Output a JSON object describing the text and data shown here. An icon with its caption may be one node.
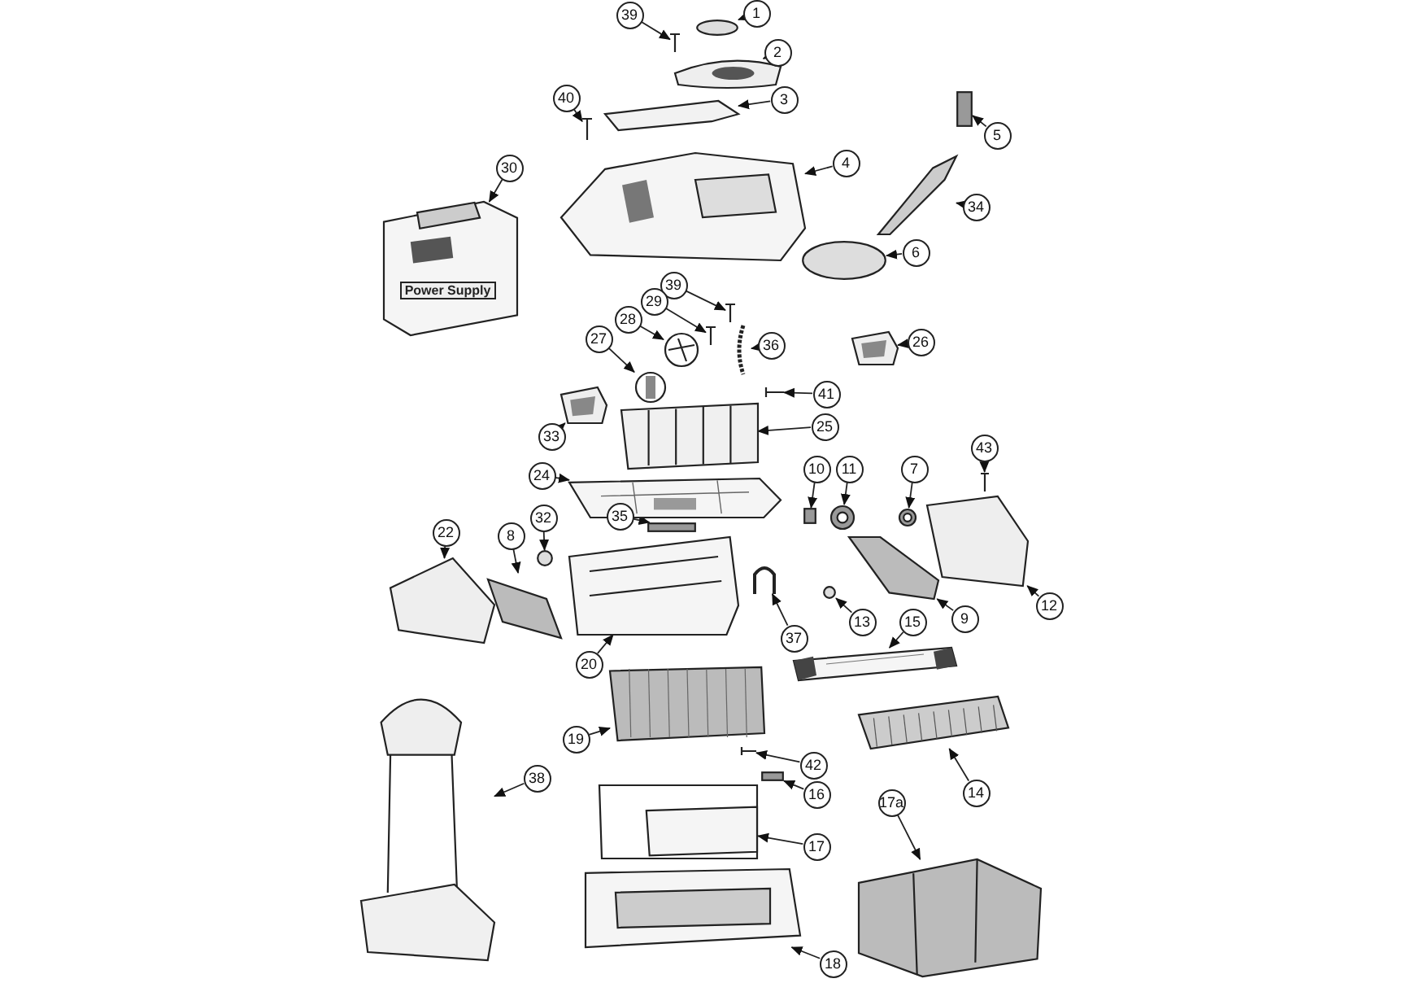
{
  "diagram": {
    "nodes": [
      {
        "text": [
          "39"
        ]
      },
      {
        "text": [
          "1"
        ]
      },
      {
        "text": [
          "2"
        ]
      },
      {
        "text": [
          "40"
        ]
      },
      {
        "text": [
          "3"
        ]
      },
      {
        "text": [
          "5"
        ]
      },
      {
        "text": [
          "4"
        ]
      },
      {
        "text": [
          "30"
        ]
      },
      {
        "text": [
          "34"
        ]
      },
      {
        "text": [
          "6"
        ]
      },
      {
        "text": [
          "39"
        ]
      },
      {
        "text": [
          "29"
        ]
      },
      {
        "text": [
          "28"
        ]
      },
      {
        "text": [
          "27"
        ]
      },
      {
        "text": [
          "36"
        ]
      },
      {
        "text": [
          "26"
        ]
      },
      {
        "text": [
          "41"
        ]
      },
      {
        "text": [
          "33"
        ]
      },
      {
        "text": [
          "25"
        ]
      },
      {
        "text": [
          "43"
        ]
      },
      {
        "text": [
          "10"
        ]
      },
      {
        "text": [
          "11"
        ]
      },
      {
        "text": [
          "7"
        ]
      },
      {
        "text": [
          "24"
        ]
      },
      {
        "text": [
          "35"
        ]
      },
      {
        "text": [
          "32"
        ]
      },
      {
        "text": [
          "22"
        ]
      },
      {
        "text": [
          "8"
        ]
      },
      {
        "text": [
          "12"
        ]
      },
      {
        "text": [
          "9"
        ]
      },
      {
        "text": [
          "13"
        ]
      },
      {
        "text": [
          "15"
        ]
      },
      {
        "text": [
          "37"
        ]
      },
      {
        "text": [
          "20"
        ]
      },
      {
        "text": [
          "19"
        ]
      },
      {
        "text": [
          "42"
        ]
      },
      {
        "text": [
          "14"
        ]
      },
      {
        "text": [
          "16"
        ]
      },
      {
        "text": [
          "38"
        ]
      },
      {
        "text": [
          "17a"
        ]
      },
      {
        "text": [
          "17"
        ]
      },
      {
        "text": [
          "18"
        ]
      },
      {
        "text": [],
        "shape": "picture"
      },
      {
        "text": [],
        "shape": "circle"
      },
      {
        "text": [],
        "shape": "picture"
      },
      {
        "text": [],
        "shape": "picture"
      },
      {
        "text": [],
        "shape": "picture"
      },
      {
        "text": [],
        "shape": "box"
      },
      {
        "text": [],
        "shape": "picture"
      },
      {
        "text": [
          "Power Supply"
        ]
      },
      {
        "text": [],
        "shape": "picture"
      },
      {
        "text": [],
        "shape": "circle"
      },
      {
        "text": [],
        "shape": "picture"
      },
      {
        "text": [],
        "shape": "picture"
      },
      {
        "text": [],
        "shape": "picture"
      },
      {
        "text": [],
        "shape": "picture"
      },
      {
        "text": [],
        "shape": "picture"
      },
      {
        "text": [],
        "shape": "picture"
      },
      {
        "text": [],
        "shape": "picture"
      },
      {
        "text": [],
        "shape": "picture"
      },
      {
        "text": [],
        "shape": "picture"
      },
      {
        "text": [],
        "shape": "picture"
      },
      {
        "text": [],
        "shape": "box"
      },
      {
        "text": [],
        "shape": "picture"
      },
      {
        "text": [],
        "shape": "picture"
      },
      {
        "text": [],
        "shape": "picture"
      },
      {
        "text": [],
        "shape": "box"
      },
      {
        "text": [],
        "shape": "circle"
      },
      {
        "text": [],
        "shape": "picture"
      },
      {
        "text": [],
        "shape": "picture"
      },
      {
        "text": [],
        "shape": "picture"
      },
      {
        "text": [],
        "shape": "picture"
      },
      {
        "text": [],
        "shape": "circle"
      },
      {
        "text": [],
        "shape": "picture"
      },
      {
        "text": [],
        "shape": "picture"
      },
      {
        "text": [],
        "shape": "picture"
      },
      {
        "text": [],
        "shape": "picture"
      },
      {
        "text": [],
        "shape": "picture"
      },
      {
        "text": [],
        "shape": "picture"
      },
      {
        "text": [],
        "shape": "box"
      },
      {
        "text": [],
        "shape": "picture"
      },
      {
        "text": [],
        "shape": "picture"
      },
      {
        "text": [],
        "shape": "picture"
      },
      {
        "text": [],
        "shape": "picture"
      }
    ],
    "edges": [
      {
        "from": 0,
        "to": 42,
        "arrow": "to"
      },
      {
        "from": 1,
        "to": 43,
        "arrow": "to"
      },
      {
        "from": 2,
        "to": 44,
        "arrow": "to"
      },
      {
        "from": 3,
        "to": 45,
        "arrow": "to"
      },
      {
        "from": 4,
        "to": 46,
        "arrow": "to"
      },
      {
        "from": 5,
        "to": 47,
        "arrow": "to"
      },
      {
        "from": 6,
        "to": 48,
        "arrow": "to"
      },
      {
        "from": 7,
        "to": 49,
        "arrow": "to"
      },
      {
        "from": 8,
        "to": 50,
        "arrow": "to"
      },
      {
        "from": 9,
        "to": 51,
        "arrow": "to"
      },
      {
        "from": 10,
        "to": 52,
        "arrow": "to"
      },
      {
        "from": 11,
        "to": 53,
        "arrow": "to"
      },
      {
        "from": 12,
        "to": 54,
        "arrow": "to"
      },
      {
        "from": 13,
        "to": 55,
        "arrow": "to"
      },
      {
        "from": 14,
        "to": 56,
        "arrow": "to"
      },
      {
        "from": 15,
        "to": 57,
        "arrow": "to"
      },
      {
        "from": 16,
        "to": 58,
        "arrow": "to"
      },
      {
        "from": 17,
        "to": 59,
        "arrow": "to"
      },
      {
        "from": 18,
        "to": 60,
        "arrow": "to"
      },
      {
        "from": 19,
        "to": 61,
        "arrow": "to"
      },
      {
        "from": 20,
        "to": 62,
        "arrow": "to"
      },
      {
        "from": 21,
        "to": 63,
        "arrow": "to"
      },
      {
        "from": 22,
        "to": 64,
        "arrow": "to"
      },
      {
        "from": 23,
        "to": 65,
        "arrow": "to"
      },
      {
        "from": 24,
        "to": 66,
        "arrow": "to"
      },
      {
        "from": 25,
        "to": 67,
        "arrow": "to"
      },
      {
        "from": 26,
        "to": 68,
        "arrow": "to"
      },
      {
        "from": 27,
        "to": 69,
        "arrow": "to"
      },
      {
        "from": 28,
        "to": 70,
        "arrow": "to"
      },
      {
        "from": 29,
        "to": 71,
        "arrow": "to"
      },
      {
        "from": 30,
        "to": 72,
        "arrow": "to"
      },
      {
        "from": 31,
        "to": 73,
        "arrow": "to"
      },
      {
        "from": 32,
        "to": 74,
        "arrow": "to"
      },
      {
        "from": 33,
        "to": 75,
        "arrow": "to"
      },
      {
        "from": 34,
        "to": 76,
        "arrow": "to"
      },
      {
        "from": 35,
        "to": 77,
        "arrow": "to"
      },
      {
        "from": 36,
        "to": 78,
        "arrow": "to"
      },
      {
        "from": 37,
        "to": 79,
        "arrow": "to"
      },
      {
        "from": 38,
        "to": 80,
        "arrow": "to"
      },
      {
        "from": 39,
        "to": 81,
        "arrow": "to"
      },
      {
        "from": 40,
        "to": 82,
        "arrow": "to"
      },
      {
        "from": 41,
        "to": 83,
        "arrow": "to"
      }
    ]
  }
}
